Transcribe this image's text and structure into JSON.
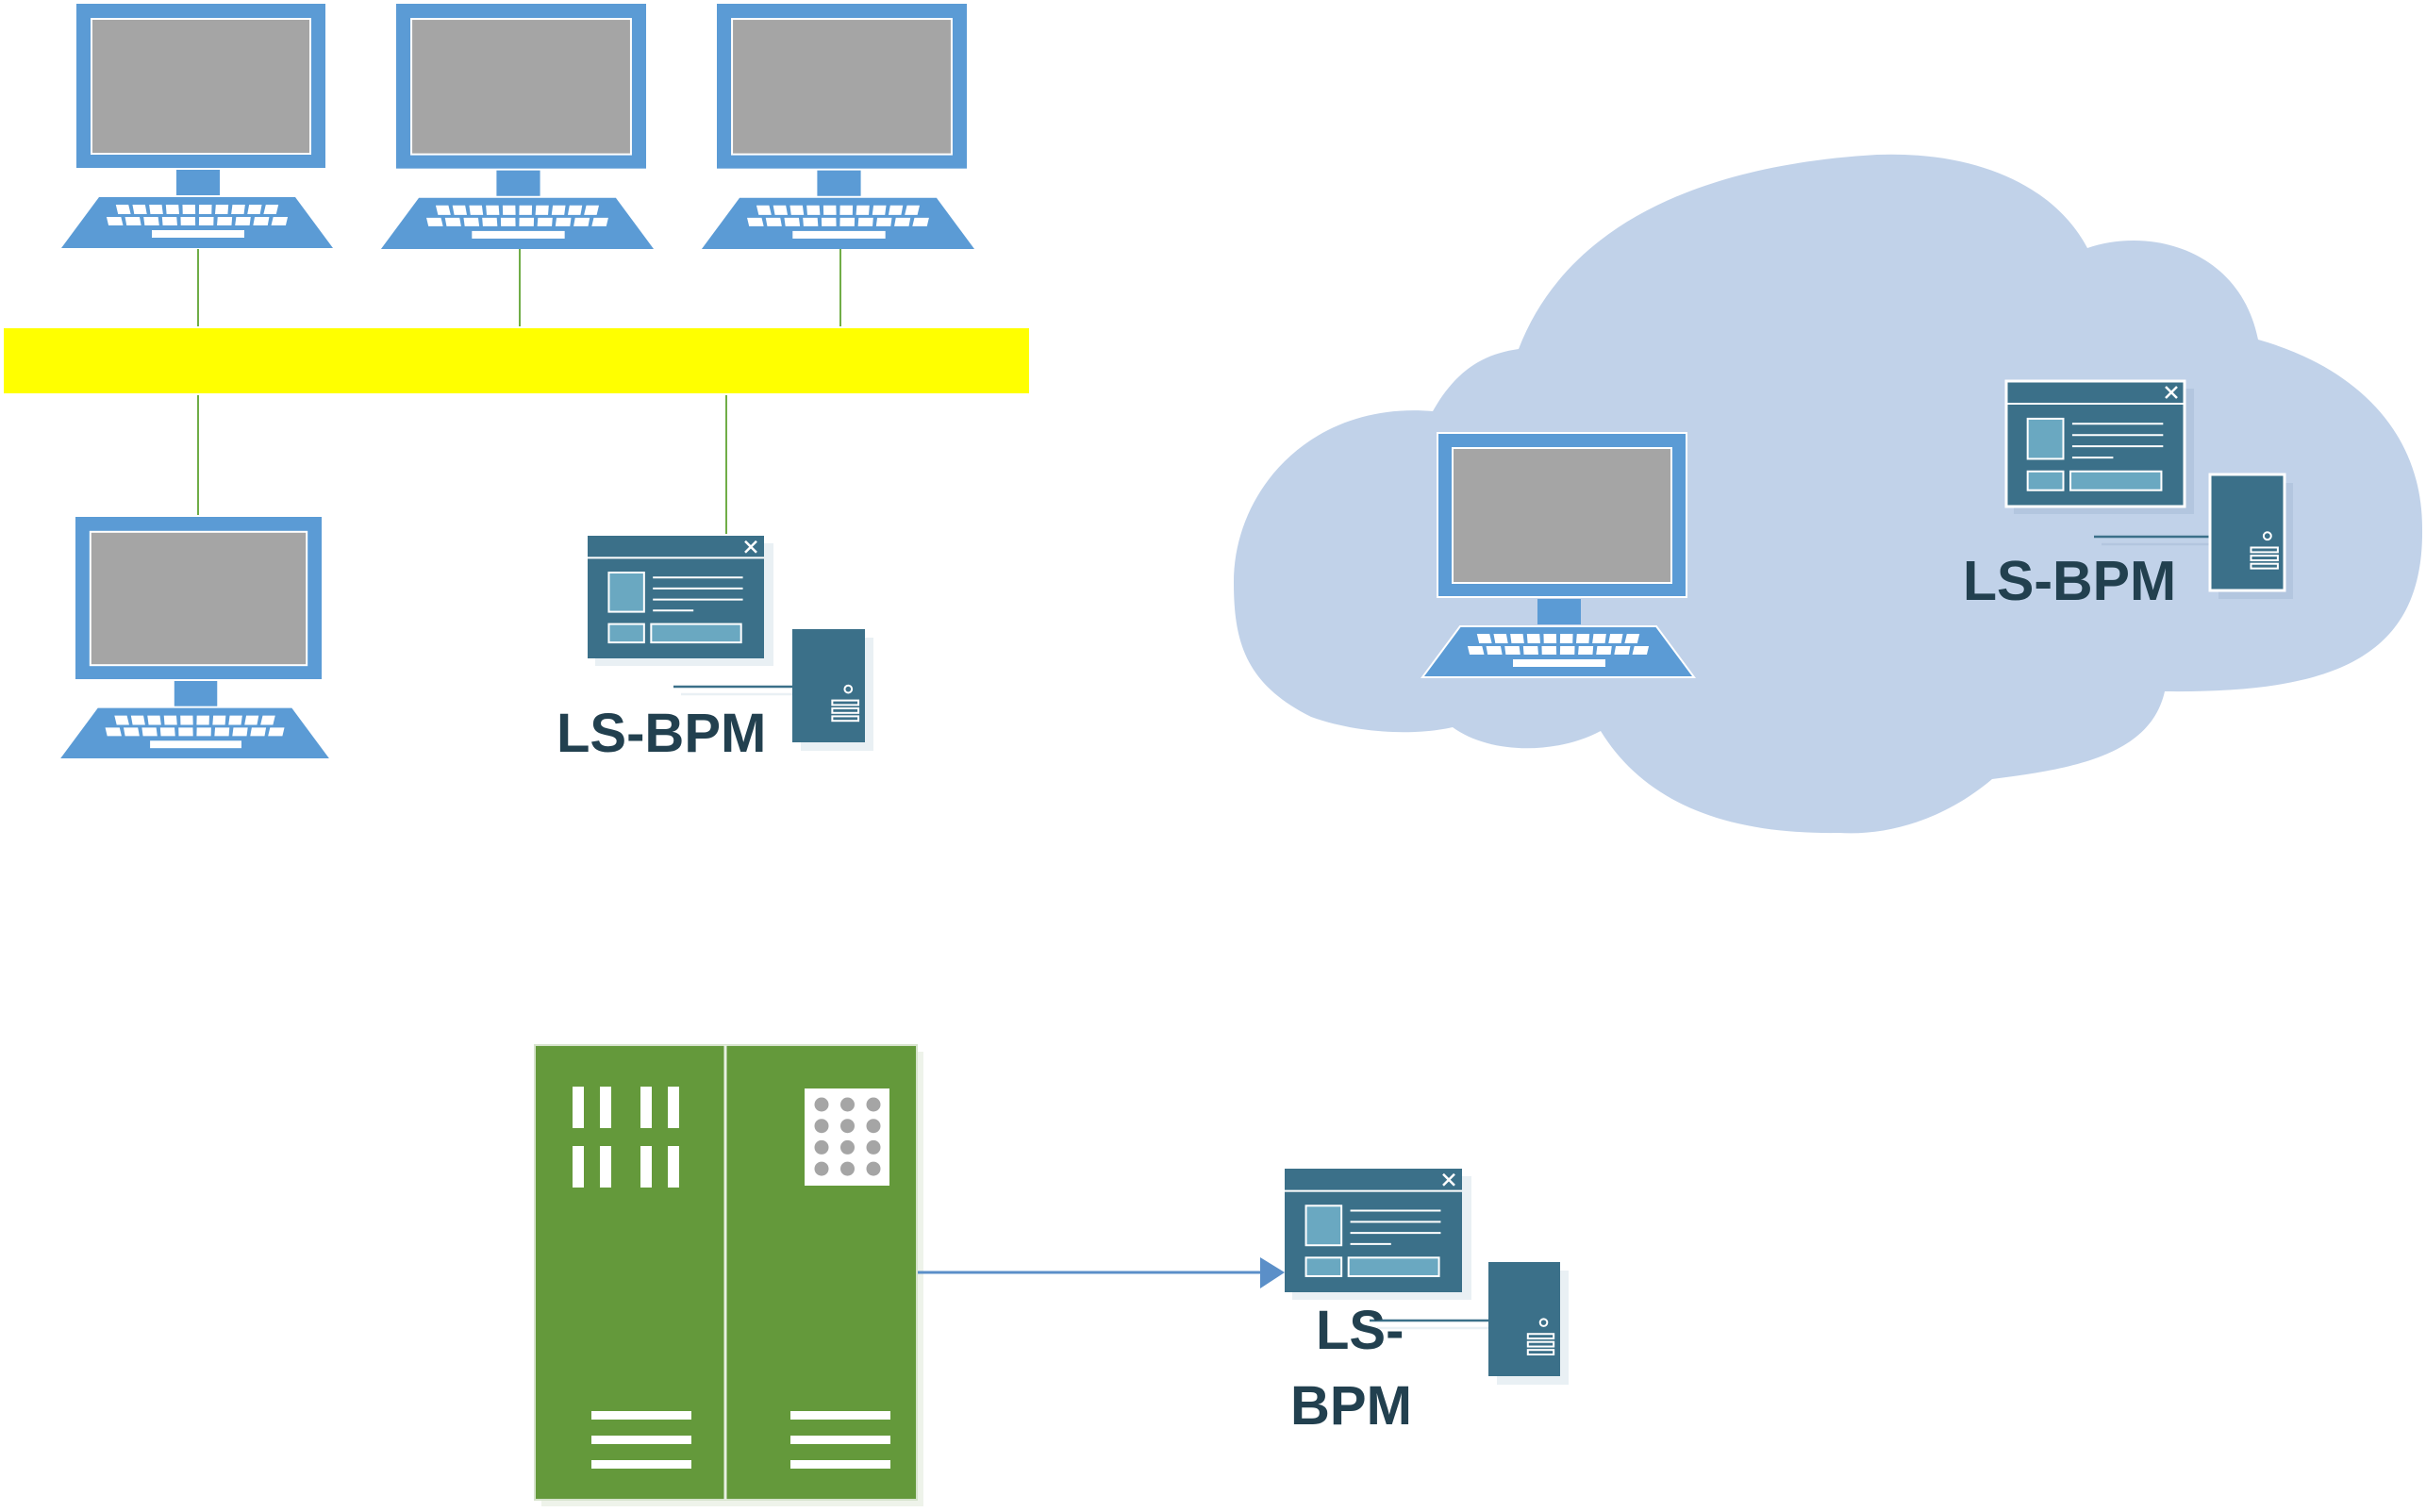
{
  "diagram": {
    "title": "Deployment options for LS-BPM",
    "colors": {
      "monitor_frame": "#5b9bd5",
      "monitor_screen": "#a5a5a5",
      "network_bus": "#ffff00",
      "connector_line": "#70ad47",
      "cloud_fill": "#c1d2e9",
      "app_window": "#3b7089",
      "app_window_panel": "#6aa8c1",
      "app_shadow": "#e9f0f4",
      "label_text": "#22404f",
      "rack_fill": "#64993b",
      "rack_led": "#a5a5a5",
      "arrow": "#5b8fc8"
    },
    "sections": {
      "local_network": {
        "description": "Workstations connected to a shared network bus with an LS-BPM server",
        "workstations_count": 4,
        "server_label": "LS-BPM"
      },
      "cloud": {
        "description": "Cloud-hosted workstation and LS-BPM server",
        "workstations_count": 1,
        "server_label": "LS-BPM"
      },
      "mainframe": {
        "description": "Server rack feeding LS-BPM",
        "server_label_line1": "LS-",
        "server_label_line2": "BPM"
      }
    }
  }
}
